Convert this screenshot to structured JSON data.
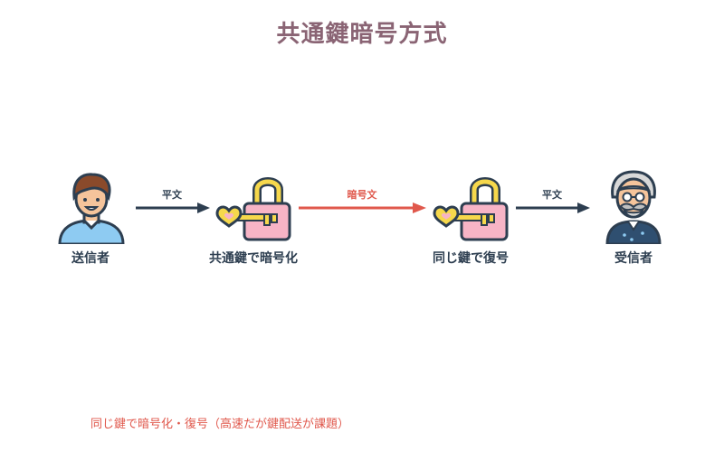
{
  "title": "共通鍵暗号方式",
  "nodes": {
    "sender": {
      "label": "送信者",
      "icon": "young-man-icon"
    },
    "encrypt": {
      "label": "共通鍵で暗号化",
      "icon": "padlock-key-icon"
    },
    "decrypt": {
      "label": "同じ鍵で復号",
      "icon": "padlock-key-icon"
    },
    "receiver": {
      "label": "受信者",
      "icon": "old-man-icon"
    }
  },
  "arrows": {
    "a1": {
      "label": "平文",
      "color": "#2d3e50"
    },
    "a2": {
      "label": "暗号文",
      "color": "#e0584c"
    },
    "a3": {
      "label": "平文",
      "color": "#2d3e50"
    }
  },
  "footnote": "同じ鍵で暗号化・復号（高速だが鍵配送が課題）",
  "colors": {
    "title": "#8a6474",
    "dark": "#2d3e50",
    "accent": "#e0584c"
  }
}
